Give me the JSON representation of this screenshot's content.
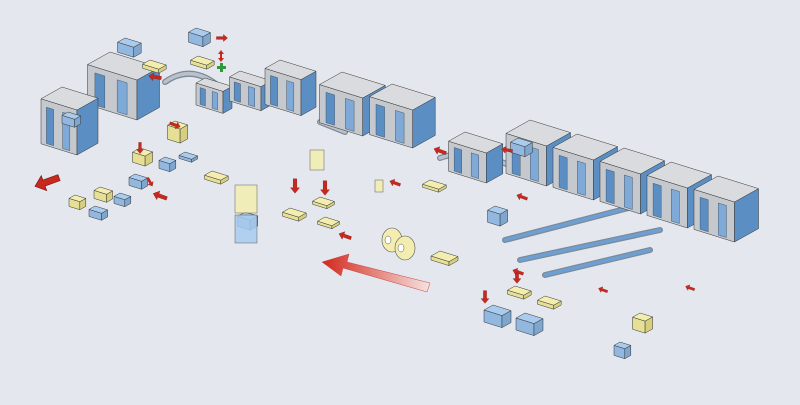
{
  "diagram": {
    "colors": {
      "background": "#e4e8ee",
      "machine_top": "#d9dbde",
      "machine_frame": "#8a9098",
      "machine_panel": "#5b8fc4",
      "carton_blue": "#a9cbee",
      "tray_yellow": "#f3eeb0",
      "arrow_red": "#c8281e",
      "plus_green": "#2f9a3a"
    },
    "icons": [
      "red-flow-arrow",
      "green-plus-icon",
      "large-direction-arrow",
      "film-roll"
    ]
  }
}
